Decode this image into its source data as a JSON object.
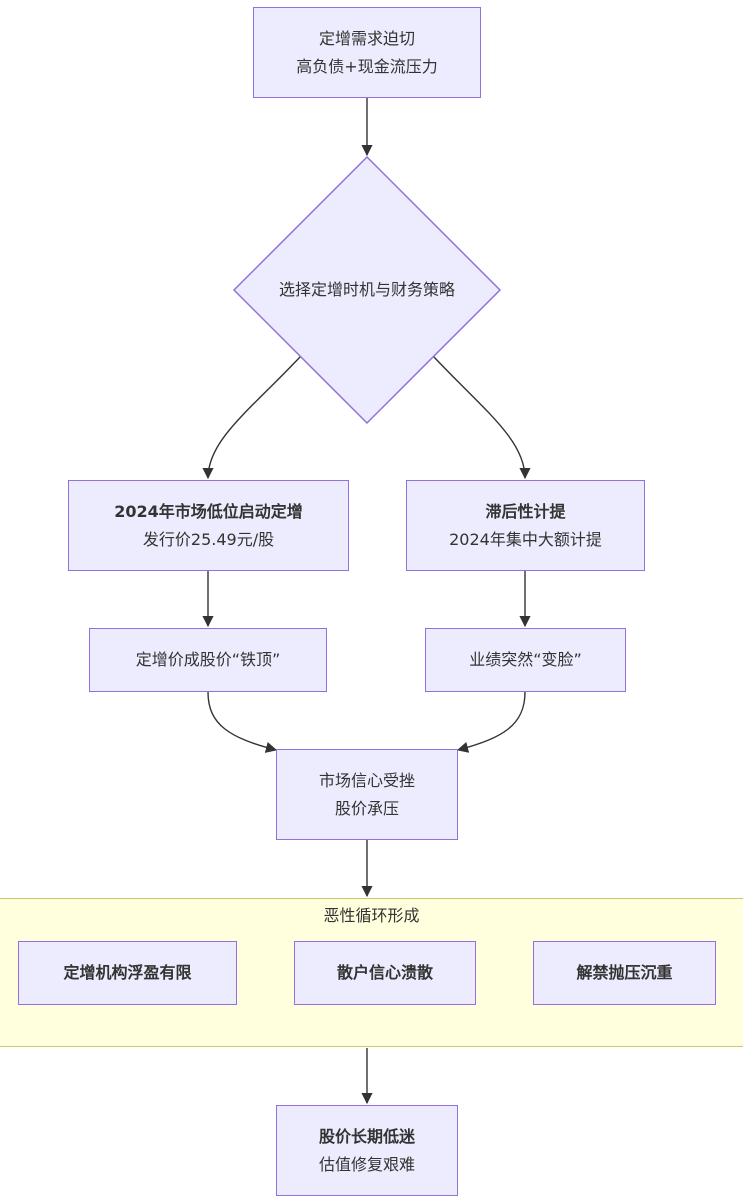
{
  "nodes": {
    "urgent": {
      "line1": "定增需求迫切",
      "line2": "高负债+现金流压力"
    },
    "decision": {
      "label": "选择定增时机与财务策略"
    },
    "left_branch": {
      "line1": "2024年市场低位启动定增",
      "line2": "发行价25.49元/股"
    },
    "right_branch": {
      "line1": "滞后性计提",
      "line2": "2024年集中大额计提"
    },
    "iron_top": {
      "label": "定增价成股价“铁顶”"
    },
    "face_change": {
      "label": "业绩突然“变脸”"
    },
    "confidence": {
      "line1": "市场信心受挫",
      "line2": "股价承压"
    },
    "final": {
      "line1": "股价长期低迷",
      "line2": "估值修复艰难"
    }
  },
  "cluster": {
    "title": "恶性循环形成",
    "items": [
      "定增机构浮盈有限",
      "散户信心溃散",
      "解禁抛压沉重"
    ]
  },
  "colors": {
    "node_fill": "#ececfe",
    "node_border": "#9370db",
    "cluster_fill": "#ffffde",
    "cluster_border": "#c8c86e",
    "edge": "#333333"
  }
}
